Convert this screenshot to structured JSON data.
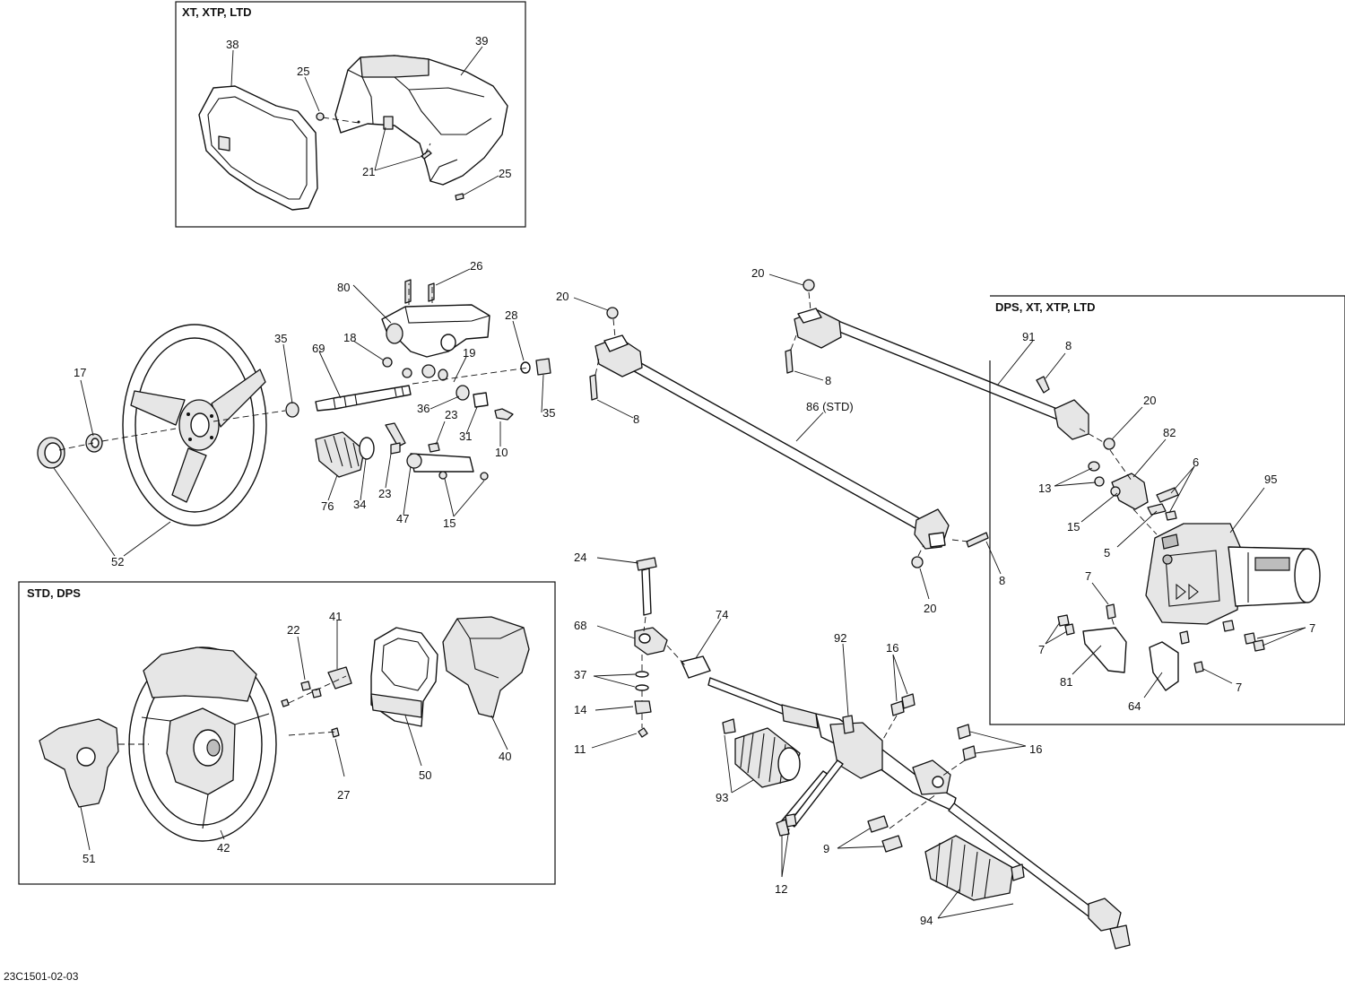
{
  "diagram": {
    "reference_code": "23C1501-02-03",
    "boxes": {
      "xt_xtp_ltd": "XT, XTP, LTD",
      "dps_xt_xtp_ltd": "DPS, XT, XTP, LTD",
      "std_dps": "STD, DPS"
    },
    "callouts": {
      "c38": "38",
      "c39": "39",
      "c25a": "25",
      "c25b": "25",
      "c21": "21",
      "c26": "26",
      "c80": "80",
      "c28": "28",
      "c35a": "35",
      "c35b": "35",
      "c18": "18",
      "c69": "69",
      "c19": "19",
      "c17": "17",
      "c36": "36",
      "c23a": "23",
      "c31": "31",
      "c10": "10",
      "c76": "76",
      "c34": "34",
      "c23b": "23",
      "c47": "47",
      "c15a": "15",
      "c52": "52",
      "c20a": "20",
      "c20b": "20",
      "c8a": "8",
      "c8b": "8",
      "c86": "86 (STD)",
      "c91": "91",
      "c8c": "8",
      "c20c": "20",
      "c82": "82",
      "c13": "13",
      "c6": "6",
      "c95": "95",
      "c15b": "15",
      "c5": "5",
      "c8d": "8",
      "c20d": "20",
      "c7a": "7",
      "c7b": "7",
      "c7c": "7",
      "c7d": "7",
      "c81": "81",
      "c64": "64",
      "c24": "24",
      "c68": "68",
      "c74": "74",
      "c37": "37",
      "c14": "14",
      "c11": "11",
      "c92": "92",
      "c16a": "16",
      "c16b": "16",
      "c93": "93",
      "c9": "9",
      "c12": "12",
      "c94": "94",
      "c22": "22",
      "c41": "41",
      "c27": "27",
      "c50": "50",
      "c40": "40",
      "c51": "51",
      "c42": "42"
    }
  }
}
